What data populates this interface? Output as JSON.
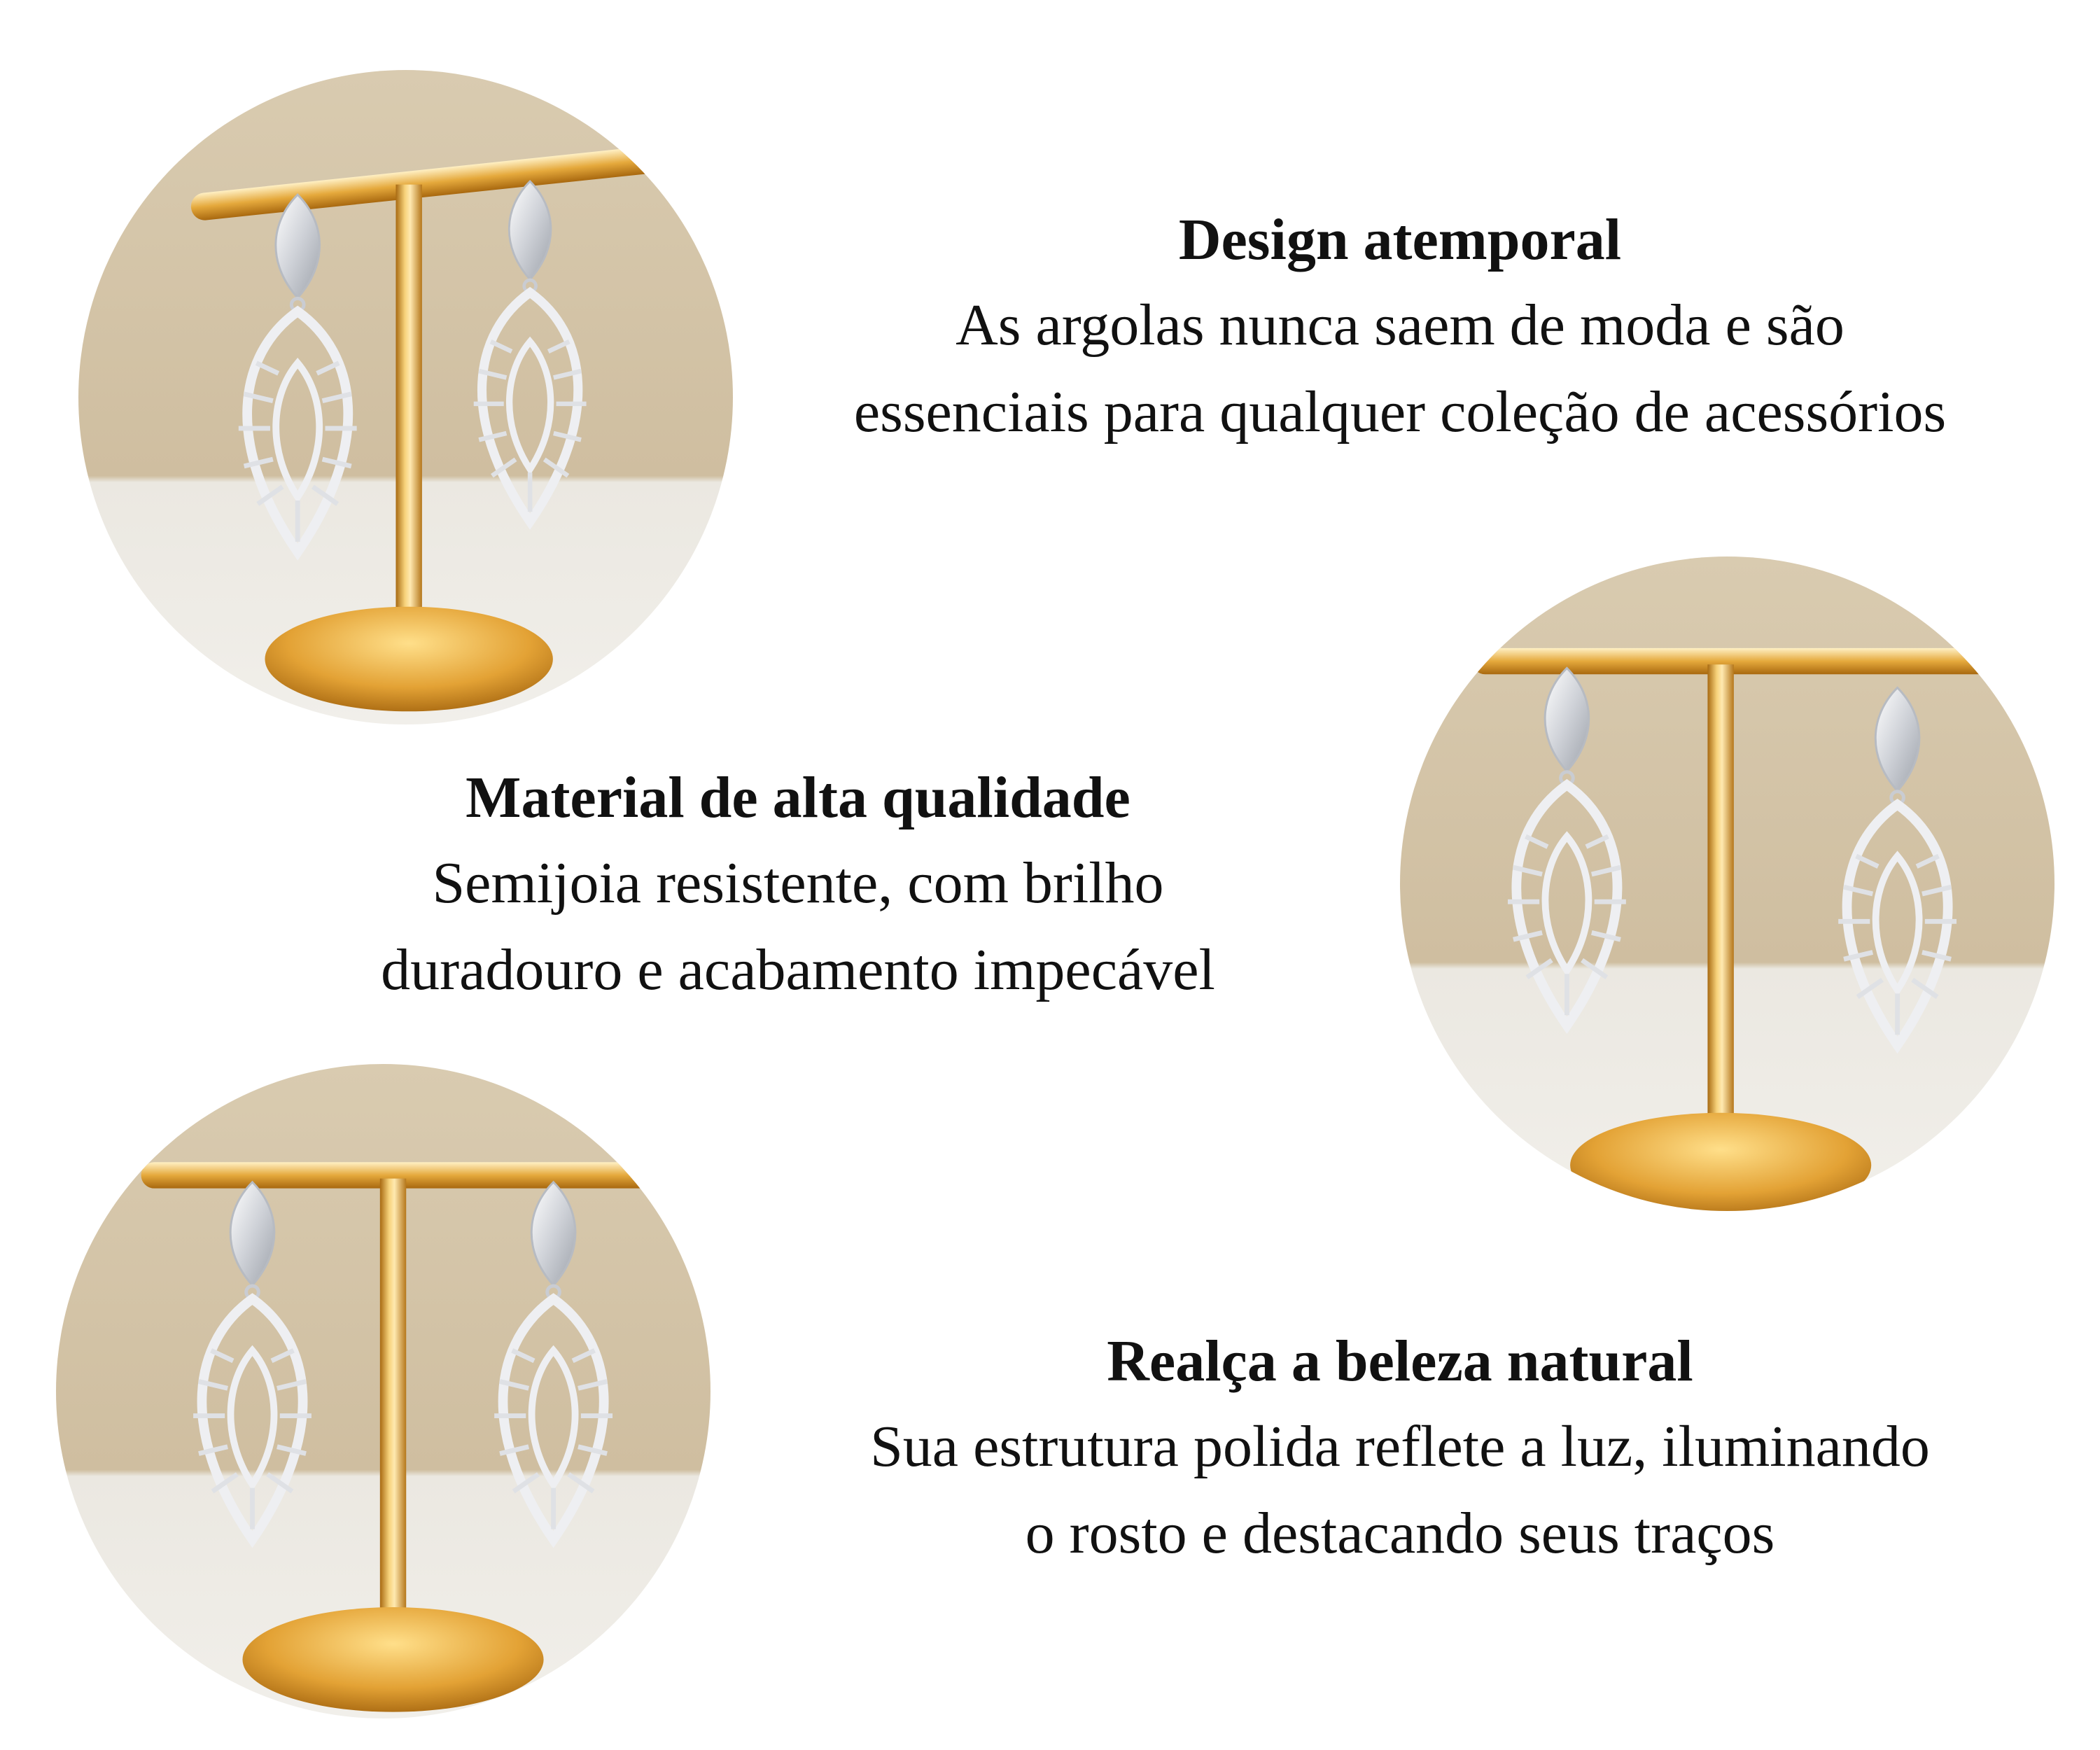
{
  "features": [
    {
      "title": "Design atemporal",
      "lines": [
        "As argolas nunca saem de moda e são",
        "essenciais para qualquer coleção de acessórios"
      ]
    },
    {
      "title": "Material de alta qualidade",
      "lines": [
        "Semijoia resistente, com brilho",
        "duradouro e acabamento impecável"
      ]
    },
    {
      "title": "Realça a beleza natural",
      "lines": [
        "Sua estrutura polida reflete a luz, iluminando",
        "o rosto e destacando seus traços"
      ]
    }
  ],
  "colors": {
    "background": "#ffffff",
    "text": "#111111",
    "wall": "#d8c9ae",
    "table": "#ece9e2",
    "gold": "#e2a93a",
    "silver": "#e8e8ea"
  }
}
